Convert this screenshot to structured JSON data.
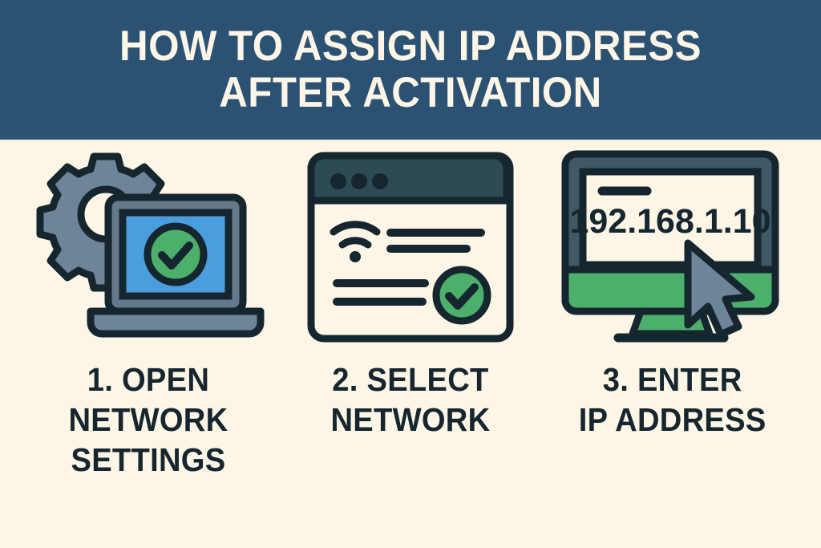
{
  "header": {
    "title": "HOW TO ASSIGN IP ADDRESS\nAFTER ACTIVATION",
    "background_color": "#2c5273",
    "text_color": "#fdf6e7"
  },
  "page": {
    "background_color": "#fdf6e7",
    "ink_color": "#15262e"
  },
  "palette": {
    "cream": "#fdf6e7",
    "navy_ink": "#15262e",
    "header_blue": "#2c5273",
    "slate_blue": "#6d8499",
    "slate_dark": "#3f5a66",
    "screen_blue": "#4a9ede",
    "green": "#4cb06c",
    "browser_bar": "#2e4a55"
  },
  "steps": [
    {
      "caption": "1. OPEN\nNETWORK\nSETTINGS",
      "icon": "gear-laptop-check-icon",
      "elements": {
        "gear": "gear-icon",
        "laptop": "laptop-icon",
        "check": "check-circle-icon"
      }
    },
    {
      "caption": "2. SELECT\nNETWORK",
      "icon": "browser-wifi-check-icon",
      "elements": {
        "window": "browser-window-icon",
        "wifi": "wifi-icon",
        "check": "check-circle-icon",
        "dots": 3,
        "text_lines": 4
      }
    },
    {
      "caption": "3. ENTER\nIP ADDRESS",
      "icon": "monitor-ip-cursor-icon",
      "elements": {
        "monitor": "monitor-icon",
        "cursor": "mouse-cursor-icon"
      },
      "screen_text": "192.168.1.10"
    }
  ]
}
